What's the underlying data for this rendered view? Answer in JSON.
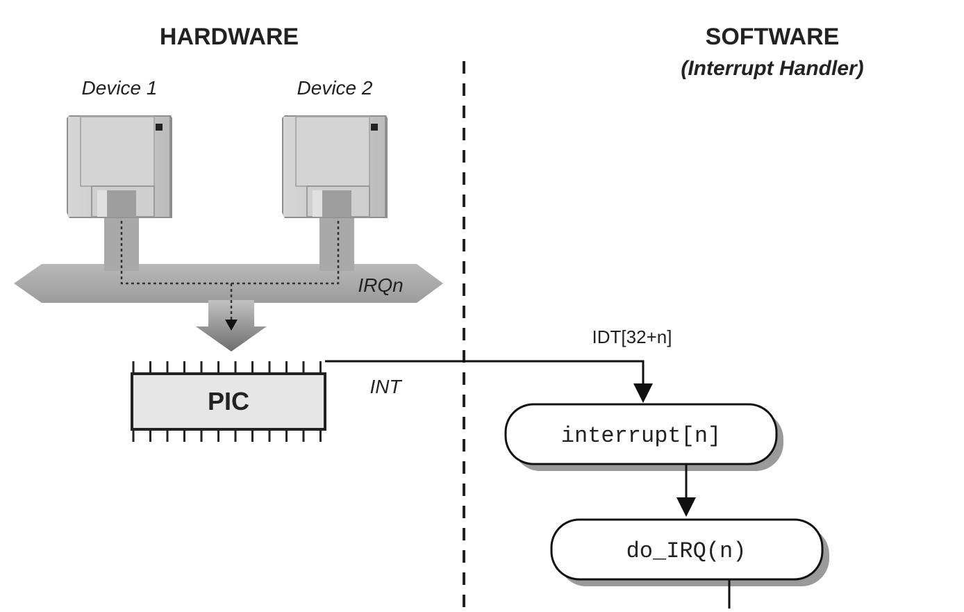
{
  "hardware": {
    "title": "HARDWARE",
    "devices": [
      {
        "label": "Device 1",
        "icon": "floppy-disk-icon"
      },
      {
        "label": "Device 2",
        "icon": "floppy-disk-icon"
      }
    ],
    "bus_label": "IRQn",
    "controller_label": "PIC",
    "line_label": "INT"
  },
  "software": {
    "title": "SOFTWARE",
    "subtitle": "(Interrupt Handler)",
    "vector_label": "IDT[32+n]",
    "steps": [
      {
        "label": "interrupt[n]"
      },
      {
        "label": "do_IRQ(n)"
      }
    ]
  },
  "colors": {
    "ink": "#222222",
    "bus_gray": "#aaaaaa",
    "disk_gray": "#c8c8c8",
    "pic_fill": "#e6e6e6",
    "shadow": "#9a9a9a"
  }
}
